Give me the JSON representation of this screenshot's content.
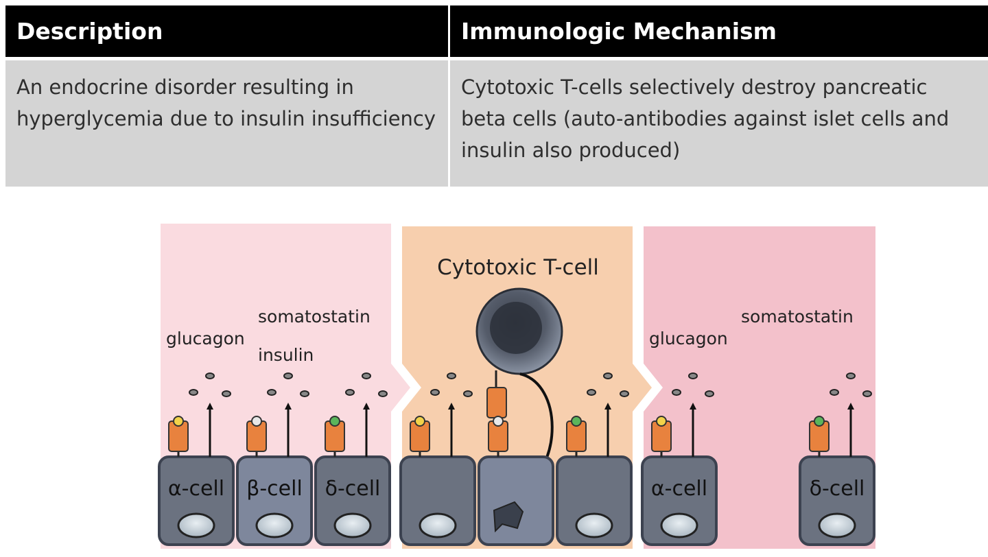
{
  "table": {
    "headers": [
      "Description",
      "Immunologic Mechanism"
    ],
    "row": [
      "An endocrine disorder resulting in hyperglycemia due to insulin insufficiency",
      "Cytotoxic T-cells selectively destroy pancreatic beta cells (auto-antibodies against islet cells and insulin also produced)"
    ]
  },
  "diagram": {
    "panel_left": {
      "hormones": {
        "glucagon": "glucagon",
        "somatostatin": "somatostatin",
        "insulin": "insulin"
      },
      "cells": [
        "α-cell",
        "β-cell",
        "δ-cell"
      ]
    },
    "panel_middle": {
      "title": "Cytotoxic T-cell"
    },
    "panel_right": {
      "hormones": {
        "glucagon": "glucagon",
        "somatostatin": "somatostatin"
      },
      "cells": [
        "α-cell",
        "δ-cell"
      ]
    },
    "colors": {
      "panel_left": "#fadbe0",
      "panel_middle": "#f7cfae",
      "panel_right": "#f3c1cb",
      "receptor": "#e8823e",
      "alpha_ligand": "#f2d24a",
      "beta_ligand": "#e8e8e8",
      "delta_ligand": "#5bb55b",
      "cell_body": "#6b7280",
      "beta_cell_body": "#7e879c",
      "nucleus": "#c8d3dc"
    }
  }
}
